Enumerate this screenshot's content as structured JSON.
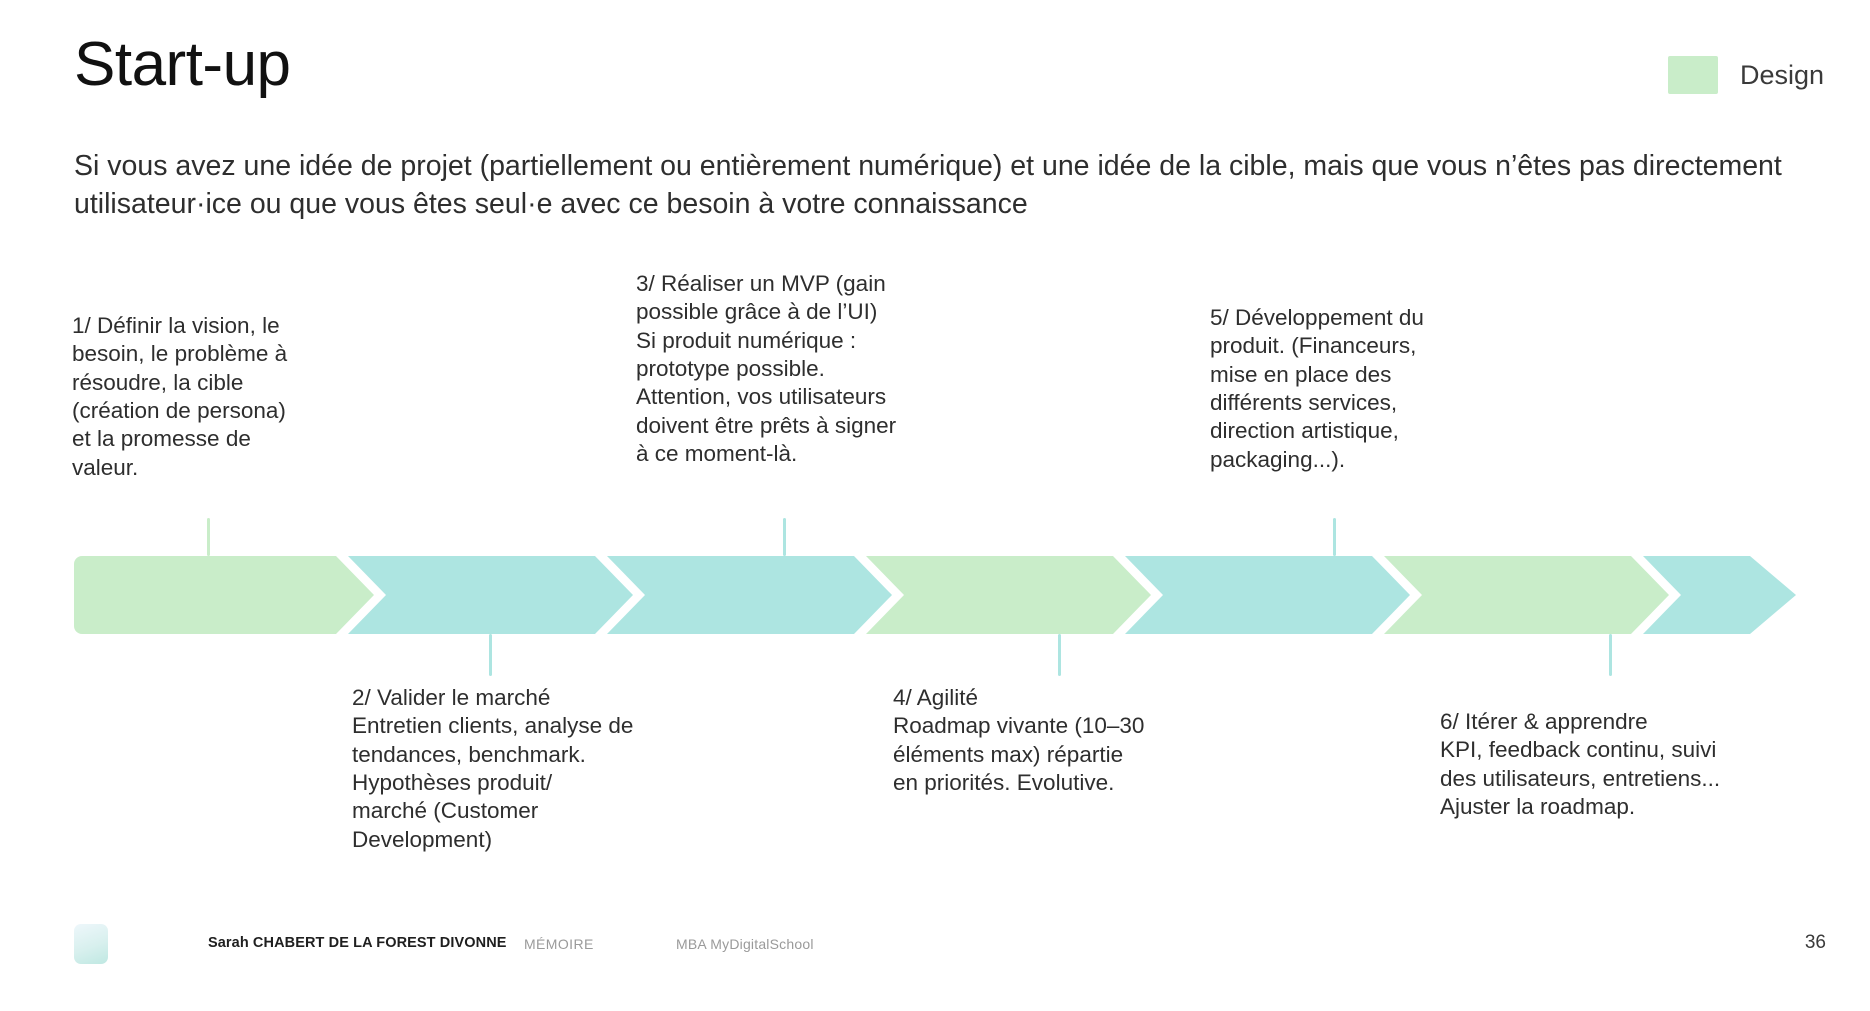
{
  "slide": {
    "title": "Start-up",
    "page_number": "36",
    "background": "#ffffff"
  },
  "legend": {
    "swatch_color": "#c9edc9",
    "label": "Design"
  },
  "subtitle": "Si vous avez une idée de projet (partiellement ou entièrement numérique) et une idée de la cible, mais que vous n’êtes pas directement utilisateur·ice ou que vous êtes seul·e avec ce besoin à votre connaissance",
  "colors": {
    "green": "#c9edc9",
    "teal": "#ade5e1",
    "tick_green": "#c9edc9",
    "tick_teal": "#ade5e1",
    "text": "#2e2e2e",
    "muted": "#9a9a9a"
  },
  "steps": [
    {
      "id": "step-1",
      "position": "above",
      "text": "1/ Définir la vision, le\nbesoin, le problème à\nrésoudre, la cible\n(création de persona)\net la promesse de\nvaleur."
    },
    {
      "id": "step-2",
      "position": "below",
      "text": "2/ Valider le marché\nEntretien clients, analyse de\ntendances, benchmark.\nHypothèses produit/\nmarché (Customer\nDevelopment)"
    },
    {
      "id": "step-3",
      "position": "above",
      "text": "3/ Réaliser un MVP (gain\npossible grâce à de l’UI)\nSi produit numérique :\nprototype possible.\nAttention, vos utilisateurs\ndoivent être prêts à signer\nà ce moment-là."
    },
    {
      "id": "step-4",
      "position": "below",
      "text": "4/ Agilité\nRoadmap vivante (10–30\néléments max) répartie\nen priorités. Evolutive."
    },
    {
      "id": "step-5",
      "position": "above",
      "text": "5/ Développement du\nproduit. (Financeurs,\nmise en place des\ndifférents services,\ndirection artistique,\npackaging...)."
    },
    {
      "id": "step-6",
      "position": "below",
      "text": "6/ Itérer & apprendre\nKPI, feedback continu, suivi\ndes utilisateurs, entretiens...\nAjuster la roadmap."
    }
  ],
  "arrow_band": {
    "segment_count": 7,
    "segment_colors": [
      "#c9edc9",
      "#ade5e1",
      "#ade5e1",
      "#c9edc9",
      "#ade5e1",
      "#c9edc9",
      "#ade5e1"
    ]
  },
  "footer": {
    "author": "Sarah CHABERT DE LA FOREST DIVONNE",
    "memoire": "MÉMOIRE",
    "school": "MBA MyDigitalSchool"
  }
}
